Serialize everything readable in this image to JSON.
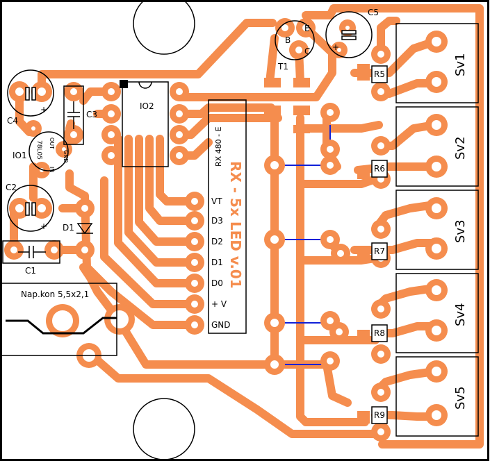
{
  "colors": {
    "copper": "#F58D4E",
    "jumper": "#1020D8",
    "outline": "#000000",
    "background": "#FFFFFF"
  },
  "board_title": "RX - 5x LED v.01",
  "receiver_label": "RX 480 - E",
  "receiver_pins": [
    "VT",
    "D3",
    "D2",
    "D1",
    "D0",
    "+ V",
    "GND"
  ],
  "components": {
    "ic1": "IO1",
    "ic1_part": "78L05",
    "ic1_pin_in": "IN",
    "ic1_pin_out": "OUT",
    "ic1_pin_gnd": "GND",
    "ic2": "IO2",
    "c1": "C1",
    "c2": "C2",
    "c3": "C3",
    "c4": "C4",
    "c5": "C5",
    "d1": "D1",
    "t1": "T1",
    "t1_b": "B",
    "t1_c": "C",
    "t1_e": "E",
    "connector": "Nap.kon 5,5x2,1",
    "plus": "+"
  },
  "resistors": [
    "R5",
    "R6",
    "R7",
    "R8",
    "R9"
  ],
  "outputs": [
    "Sv1",
    "Sv2",
    "Sv3",
    "Sv4",
    "Sv5"
  ]
}
